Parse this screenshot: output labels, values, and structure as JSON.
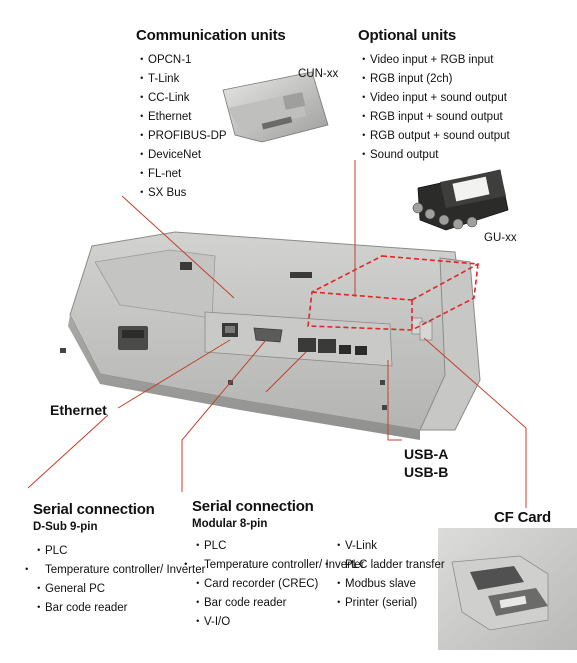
{
  "communication": {
    "title": "Communication units",
    "items": [
      "OPCN-1",
      "T-Link",
      "CC-Link",
      "Ethernet",
      "PROFIBUS-DP",
      "DeviceNet",
      "FL-net",
      "SX Bus"
    ],
    "unit_label": "CUN-xx"
  },
  "optional": {
    "title": "Optional units",
    "items": [
      "Video input + RGB input",
      "RGB input (2ch)",
      "Video input + sound output",
      "RGB input + sound output",
      "RGB output + sound output",
      "Sound output"
    ],
    "unit_label": "GU-xx"
  },
  "ethernet_label": "Ethernet",
  "usb_a_label": "USB-A",
  "usb_b_label": "USB-B",
  "serial_dsub": {
    "title": "Serial connection",
    "subtitle": "D-Sub 9-pin",
    "items": [
      "PLC",
      "Temperature controller/ Inverter",
      "General PC",
      "Bar code reader"
    ]
  },
  "serial_modular": {
    "title": "Serial connection",
    "subtitle": "Modular 8-pin",
    "col1": [
      "PLC",
      "Temperature controller/ Inverter",
      "Card recorder (CREC)",
      "Bar code reader",
      "V-I/O"
    ],
    "col2": [
      "V-Link",
      "PLC ladder transfer",
      "Modbus slave",
      "Printer (serial)"
    ]
  },
  "cf_card_label": "CF Card",
  "bullet": "・",
  "colors": {
    "leader": "#c2402a",
    "optional_frame": "#e0262a",
    "device": "#b8b9b7"
  }
}
